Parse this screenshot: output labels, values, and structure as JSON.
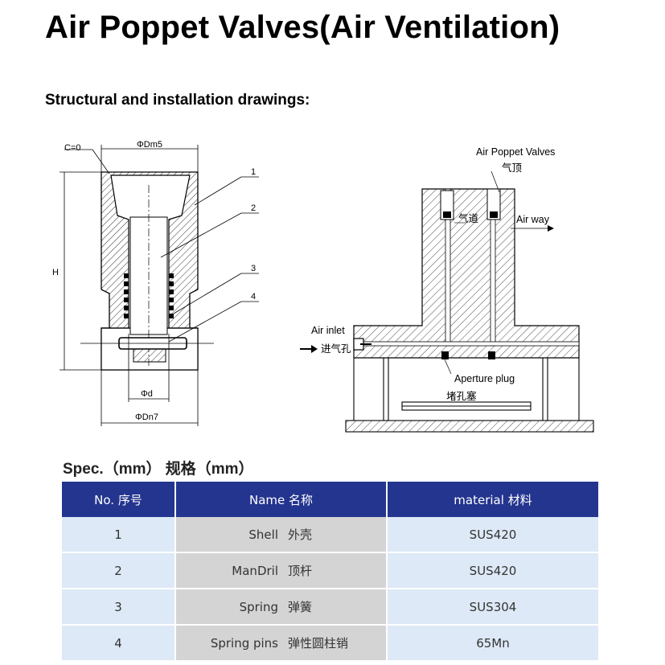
{
  "page": {
    "title": "Air Poppet Valves(Air Ventilation)",
    "section_heading": "Structural and installation drawings:"
  },
  "drawing_left": {
    "labels": {
      "chamfer": "C=0",
      "dm": "ΦDm5",
      "height": "H",
      "d": "Φd",
      "dn": "ΦDn7",
      "callout_1": "1",
      "callout_2": "2",
      "callout_3": "3",
      "callout_4": "4"
    }
  },
  "drawing_right": {
    "labels": {
      "valves_en": "Air Poppet Valves",
      "valves_zh": "气顶",
      "airway_zh": "气道",
      "airway_en": "Air way",
      "inlet_en": "Air inlet",
      "inlet_zh": "进气孔",
      "plug_en": "Aperture plug",
      "plug_zh": "堵孔塞"
    }
  },
  "spec": {
    "title": "Spec.（mm） 规格（mm）",
    "headers": {
      "no": "No.  序号",
      "name": "Name   名称",
      "material": "material   材料"
    },
    "rows": [
      {
        "no": "1",
        "name_en": "Shell",
        "name_zh": "外壳",
        "material": "SUS420"
      },
      {
        "no": "2",
        "name_en": "ManDril",
        "name_zh": "顶杆",
        "material": "SUS420"
      },
      {
        "no": "3",
        "name_en": "Spring",
        "name_zh": "弹簧",
        "material": "SUS304"
      },
      {
        "no": "4",
        "name_en": "Spring pins",
        "name_zh": "弹性圆柱销",
        "material": "65Mn"
      }
    ]
  },
  "colors": {
    "header_bg": "#24358f",
    "row_bg": "#dde9f6",
    "name_col_bg": "#d4d4d4"
  }
}
